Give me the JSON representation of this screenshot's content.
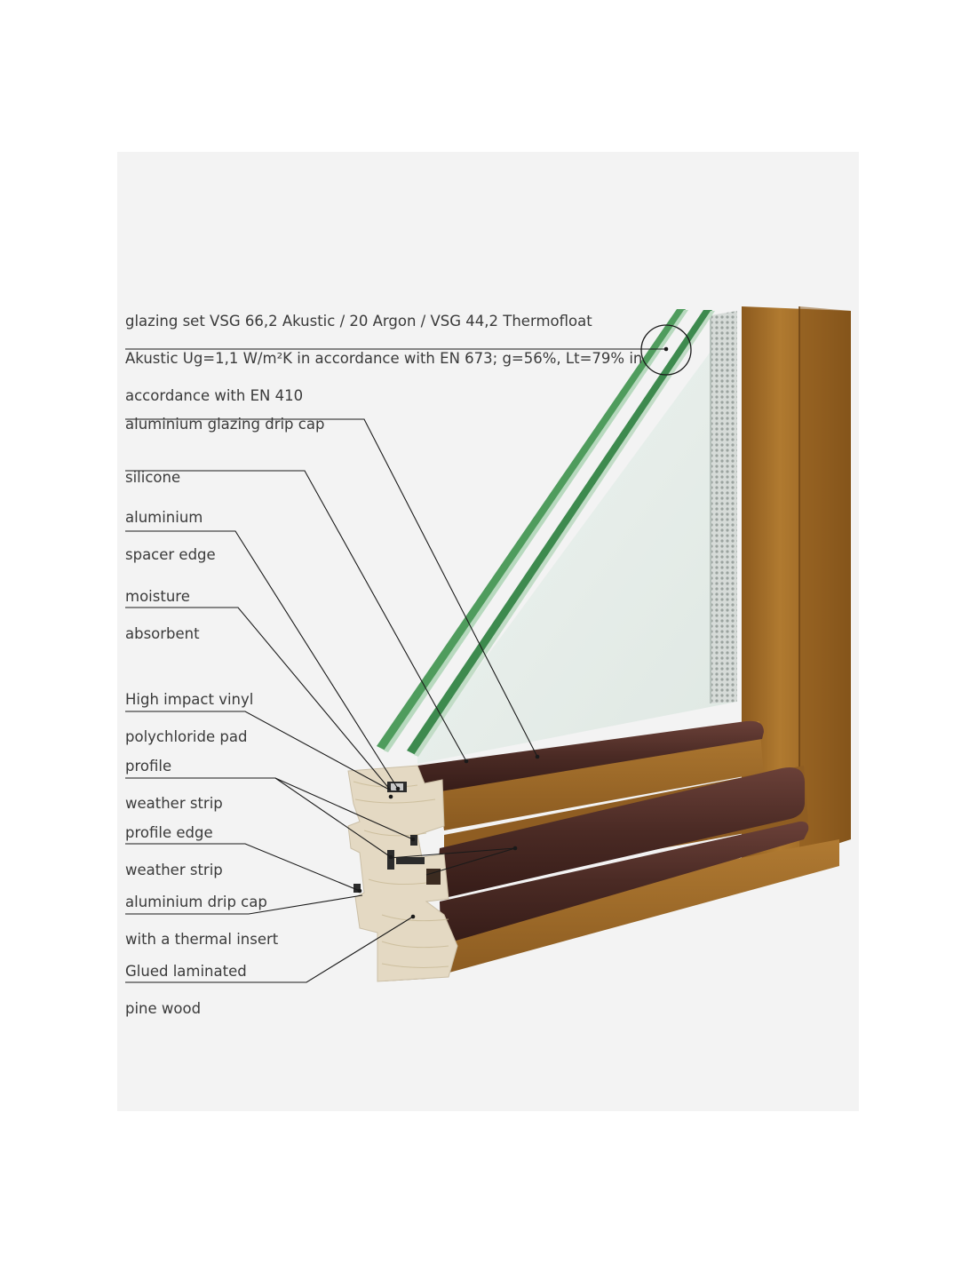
{
  "labels": {
    "glazing_set": [
      "glazing set VSG 66,2 Akustic / 20 Argon / VSG 44,2 Thermofloat",
      "Akustic Ug=1,1 W/m²K in accordance with EN 673; g=56%, Lt=79% in",
      "accordance with EN 410"
    ],
    "glazing_drip_cap": [
      "aluminium glazing drip cap"
    ],
    "silicone": [
      "silicone"
    ],
    "spacer_edge": [
      "aluminium",
      "spacer edge"
    ],
    "moisture": [
      "moisture",
      "absorbent"
    ],
    "vinyl_pad": [
      "High impact vinyl",
      "polychloride pad"
    ],
    "profile_weather": [
      "profile",
      "weather strip"
    ],
    "edge_weather": [
      "profile edge",
      "weather strip"
    ],
    "drip_cap": [
      "aluminium drip cap",
      "with a thermal insert"
    ],
    "wood": [
      "Glued laminated",
      "pine wood"
    ]
  },
  "colors": {
    "background": "#f3f3f3",
    "wood": "#a8732c",
    "wood_dark": "#7a4f1c",
    "brown_cap": "#4a2a24",
    "pine": "#e4d9c3",
    "glass_edge": "#3c8a4e",
    "glass": "#e3ece8"
  }
}
